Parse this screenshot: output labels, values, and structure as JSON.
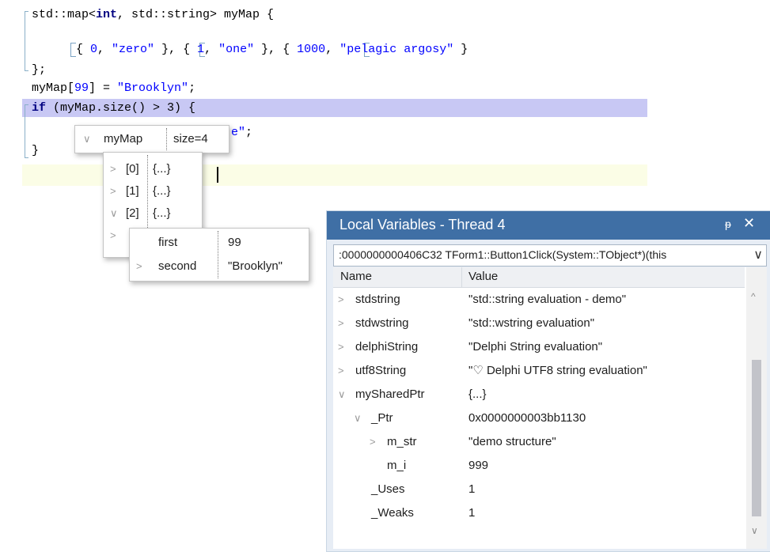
{
  "code": {
    "line1": {
      "a": "std::map<",
      "kw1": "int",
      "b": ", std::string> myMap {"
    },
    "line2": {
      "b1": "{ ",
      "n0": "0",
      "c1": ", ",
      "s0": "\"zero\"",
      "e1": " }, ",
      "b2": "{ ",
      "n1": "1",
      "c2": ", ",
      "s1": "\"one\"",
      "e2": " }, ",
      "b3": "{ ",
      "n2": "1000",
      "c3": ", ",
      "s2": "\"pelagic argosy\"",
      "e3": " }"
    },
    "line3": "};",
    "line4": {
      "a": "myMap[",
      "num": "99",
      "b": "] = ",
      "str": "\"Brooklyn\"",
      "c": ";"
    },
    "line5": {
      "kw": "if",
      "rest": " (myMap.size() > 3) {"
    },
    "line6": {
      "str": "e\"",
      "rest": ";"
    },
    "line7": "}"
  },
  "tooltip_root": {
    "expander": "∨",
    "name": "myMap",
    "value": "size=4"
  },
  "tooltip_items": [
    {
      "expander": ">",
      "name": "[0]",
      "value": "{...}"
    },
    {
      "expander": ">",
      "name": "[1]",
      "value": "{...}"
    },
    {
      "expander": "∨",
      "name": "[2]",
      "value": "{...}"
    },
    {
      "expander": ">",
      "name": "",
      "value": ""
    }
  ],
  "tooltip_pair": [
    {
      "expander": "",
      "name": "first",
      "value": "99"
    },
    {
      "expander": ">",
      "name": "second",
      "value": "\"Brooklyn\""
    }
  ],
  "locals": {
    "title": "Local Variables - Thread 4",
    "pin_icon": "ᵽ",
    "close_icon": "✕",
    "frame": ":0000000000406C32 TForm1::Button1Click(System::TObject*)(this",
    "frame_arrow": "∨",
    "col_name": "Name",
    "col_value": "Value",
    "rows": [
      {
        "exp": ">",
        "name": "stdstring",
        "value": "\"std::string evaluation - demo\""
      },
      {
        "exp": ">",
        "name": "stdwstring",
        "value": "\"std::wstring evaluation\""
      },
      {
        "exp": ">",
        "name": "delphiString",
        "value": "\"Delphi String evaluation\""
      },
      {
        "exp": ">",
        "name": "utf8String",
        "value": "\"♡ Delphi UTF8 string evaluation\""
      },
      {
        "exp": "∨",
        "name": "mySharedPtr",
        "value": "{...}"
      },
      {
        "exp": "∨",
        "name": "_Ptr",
        "value": "0x0000000003bb1130"
      },
      {
        "exp": ">",
        "name": "m_str",
        "value": "\"demo structure\""
      },
      {
        "exp": "",
        "name": "m_i",
        "value": "999"
      },
      {
        "exp": "",
        "name": "_Uses",
        "value": "1"
      },
      {
        "exp": "",
        "name": "_Weaks",
        "value": "1"
      }
    ],
    "scroll_up": "^",
    "scroll_down": "∨"
  },
  "colors": {
    "exec_line": "#c8c8f4",
    "titlebar": "#3f6fa5",
    "cursor_line": "#fbfde6"
  }
}
